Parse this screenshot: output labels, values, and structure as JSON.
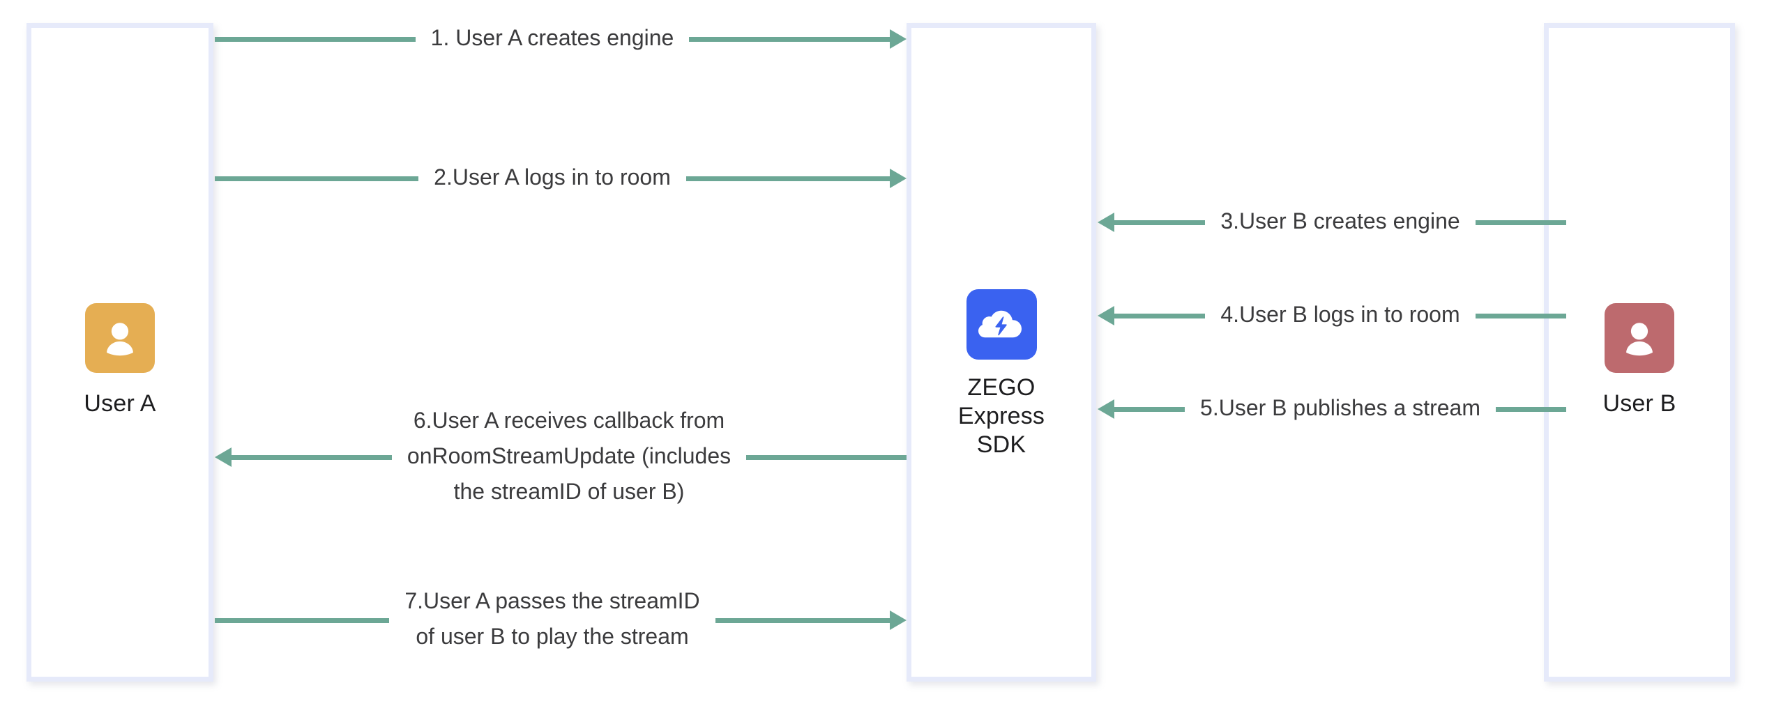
{
  "diagram": {
    "title": "ZEGO Express SDK stream publish and play sequence",
    "background": "#ffffff",
    "arrow_color": "#6ca795",
    "lane_border_color": "#e6eafa"
  },
  "actors": {
    "user_a": {
      "label": "User A",
      "avatar_icon": "person-icon",
      "avatar_color": "#e5ae53"
    },
    "sdk": {
      "label": "ZEGO\nExpress\nSDK",
      "avatar_icon": "cloud-lightning-icon",
      "avatar_color": "#3a62f0"
    },
    "user_b": {
      "label": "User B",
      "avatar_icon": "person-icon",
      "avatar_color": "#bd6a6e"
    }
  },
  "flows": [
    {
      "id": 1,
      "label": "1. User A creates engine",
      "direction": "right",
      "from": "User A",
      "to": "ZEGO Express SDK"
    },
    {
      "id": 2,
      "label": "2.User A logs in to room",
      "direction": "right",
      "from": "User A",
      "to": "ZEGO Express SDK"
    },
    {
      "id": 3,
      "label": "3.User B creates engine",
      "direction": "left",
      "from": "User B",
      "to": "ZEGO Express SDK"
    },
    {
      "id": 4,
      "label": "4.User B logs in to room",
      "direction": "left",
      "from": "User B",
      "to": "ZEGO Express SDK"
    },
    {
      "id": 5,
      "label": "5.User B publishes a stream",
      "direction": "left",
      "from": "User B",
      "to": "ZEGO Express SDK"
    },
    {
      "id": 6,
      "label": "6.User A receives callback from\nonRoomStreamUpdate (includes\nthe streamID of user B)",
      "direction": "left",
      "from": "ZEGO Express SDK",
      "to": "User A"
    },
    {
      "id": 7,
      "label": "7.User A passes the streamID\nof user B to play the stream",
      "direction": "right",
      "from": "User A",
      "to": "ZEGO Express SDK"
    }
  ]
}
